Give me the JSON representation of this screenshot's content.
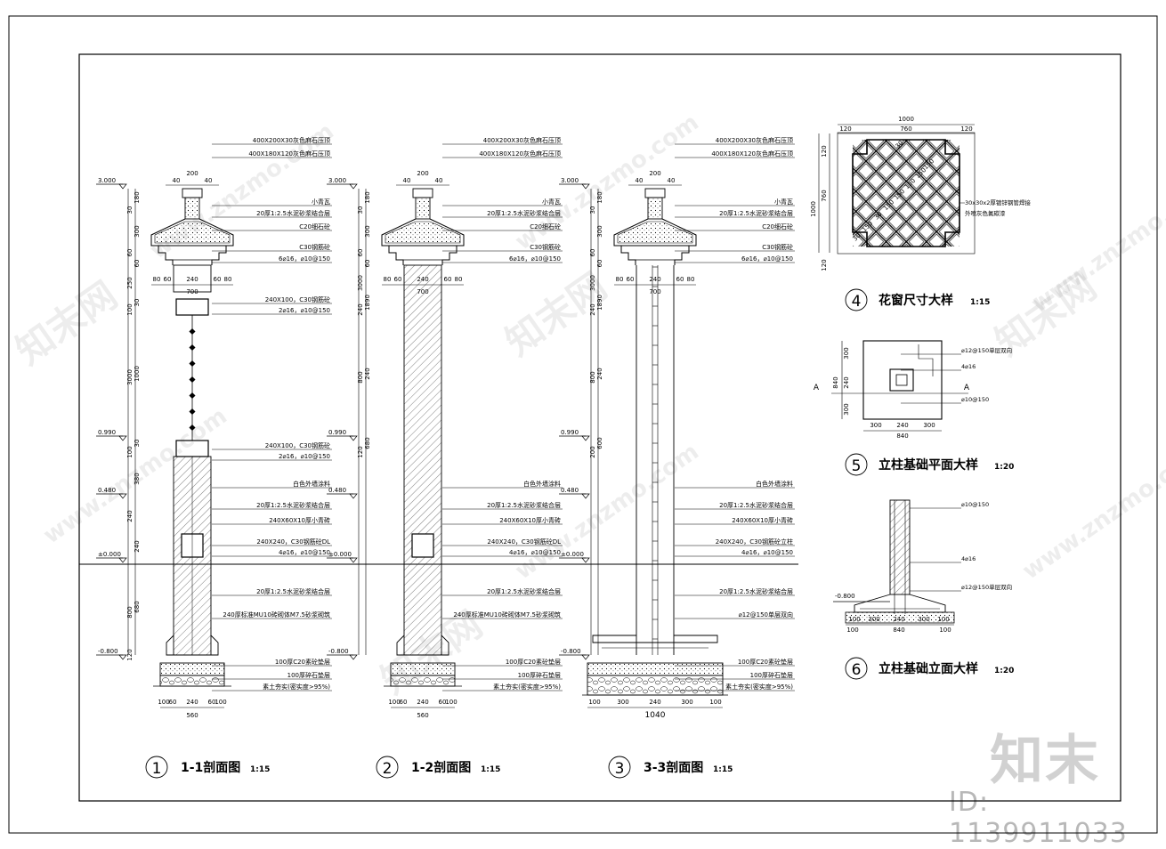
{
  "sections": [
    {
      "number": "1",
      "title": "1-1剖面图",
      "scale": "1:15",
      "levels": [
        "3.000",
        "0.990",
        "0.480",
        "±0.000",
        "-0.800"
      ],
      "top_dims": [
        "200",
        "40",
        "40"
      ],
      "mid_dims": [
        "80",
        "60",
        "240",
        "60",
        "80",
        "700"
      ],
      "left_dims": [
        "180",
        "30",
        "300",
        "60",
        "60",
        "250",
        "30",
        "100",
        "1000",
        "3000",
        "30",
        "100",
        "380",
        "240",
        "240",
        "800",
        "680",
        "120"
      ],
      "bottom_dims": [
        "100",
        "60",
        "240",
        "60",
        "100",
        "560"
      ],
      "callouts": [
        "400X200X30灰色麻石压顶",
        "400X180X120灰色麻石压顶",
        "小青瓦",
        "20厚1:2.5水泥砂浆结合层",
        "C20细石砼",
        "C30钢筋砼",
        "6⌀16，⌀10@150",
        "240X100，C30钢筋砼",
        "2⌀16，⌀10@150",
        "240X100，C30钢筋砼",
        "2⌀16，⌀10@150",
        "白色外墙涂料",
        "20厚1:2.5水泥砂浆结合层",
        "240X60X10厚小青砖",
        "240X240，C30钢筋砼DL",
        "4⌀16，⌀10@150",
        "20厚1:2.5水泥砂浆结合层",
        "240厚标准MU10砖砌体M7.5砂浆砌筑",
        "100厚C20素砼垫层",
        "100厚碎石垫层",
        "素土夯实(密实度>95%)"
      ]
    },
    {
      "number": "2",
      "title": "1-2剖面图",
      "scale": "1:15",
      "levels": [
        "3.000",
        "0.990",
        "0.480",
        "±0.000",
        "-0.800"
      ],
      "top_dims": [
        "200",
        "40",
        "40"
      ],
      "mid_dims": [
        "80",
        "60",
        "240",
        "60",
        "80",
        "700"
      ],
      "left_dims": [
        "180",
        "30",
        "300",
        "60",
        "60",
        "3000",
        "1890",
        "240",
        "240",
        "800",
        "680",
        "120"
      ],
      "bottom_dims": [
        "100",
        "60",
        "240",
        "60",
        "100",
        "560"
      ],
      "callouts": [
        "400X200X30灰色麻石压顶",
        "400X180X120灰色麻石压顶",
        "小青瓦",
        "20厚1:2.5水泥砂浆结合层",
        "C20细石砼",
        "C30钢筋砼",
        "6⌀16，⌀10@150",
        "白色外墙涂料",
        "20厚1:2.5水泥砂浆结合层",
        "240X60X10厚小青砖",
        "240X240，C30钢筋砼DL",
        "4⌀16，⌀10@150",
        "20厚1:2.5水泥砂浆结合层",
        "240厚标准MU10砖砌体M7.5砂浆砌筑",
        "100厚C20素砼垫层",
        "100厚碎石垫层",
        "素土夯实(密实度>95%)"
      ]
    },
    {
      "number": "3",
      "title": "3-3剖面图",
      "scale": "1:15",
      "levels": [
        "3.000",
        "0.990",
        "0.480",
        "±0.000",
        "-0.800"
      ],
      "top_dims": [
        "200",
        "40",
        "40"
      ],
      "mid_dims": [
        "80",
        "60",
        "240",
        "60",
        "80",
        "700"
      ],
      "left_dims": [
        "180",
        "30",
        "300",
        "60",
        "60",
        "3000",
        "1890",
        "240",
        "240",
        "800",
        "600",
        "200"
      ],
      "bottom_dims": [
        "100",
        "300",
        "240",
        "300",
        "100",
        "1040"
      ],
      "callouts": [
        "400X200X30灰色麻石压顶",
        "400X180X120灰色麻石压顶",
        "小青瓦",
        "20厚1:2.5水泥砂浆结合层",
        "C20细石砼",
        "C30钢筋砼",
        "6⌀16，⌀10@150",
        "白色外墙涂料",
        "20厚1:2.5水泥砂浆结合层",
        "240X60X10厚小青砖",
        "240X240，C30钢筋砼立柱",
        "4⌀16，⌀10@150",
        "20厚1:2.5水泥砂浆结合层",
        "⌀12@150单层双向",
        "100厚C20素砼垫层",
        "100厚碎石垫层",
        "素土夯实(密实度>95%)"
      ]
    }
  ],
  "detail4": {
    "number": "4",
    "title": "花窗尺寸大样",
    "scale": "1:15",
    "top_dims": [
      "1000",
      "120",
      "760",
      "120"
    ],
    "left_dims": [
      "120",
      "760",
      "1000",
      "120"
    ],
    "diag_dims": [
      "30",
      "150",
      "30",
      "150",
      "150",
      "150",
      "150",
      "150",
      "30"
    ],
    "note": "30x30x2厚镀锌钢管焊接",
    "note2": "外喷灰色氟碳漆"
  },
  "detail5": {
    "number": "5",
    "title": "立柱基础平面大样",
    "scale": "1:20",
    "left_dims": [
      "300",
      "240",
      "300",
      "840"
    ],
    "bottom_dims": [
      "300",
      "240",
      "300",
      "840"
    ],
    "section_mark": "A",
    "callouts": [
      "⌀12@150单层双向",
      "4⌀16",
      "⌀10@150"
    ]
  },
  "detail6": {
    "number": "6",
    "title": "立柱基础立面大样",
    "scale": "1:20",
    "level": "-0.800",
    "bottom_dims": [
      "100",
      "300",
      "240",
      "300",
      "100",
      "100",
      "840",
      "100"
    ],
    "callouts": [
      "⌀10@150",
      "4⌀16",
      "⌀12@150单层双向"
    ]
  },
  "watermark": "www.znzmo.com",
  "watermark_cn": "知末网",
  "brand": "知末",
  "id_label": "ID: 1139911033"
}
